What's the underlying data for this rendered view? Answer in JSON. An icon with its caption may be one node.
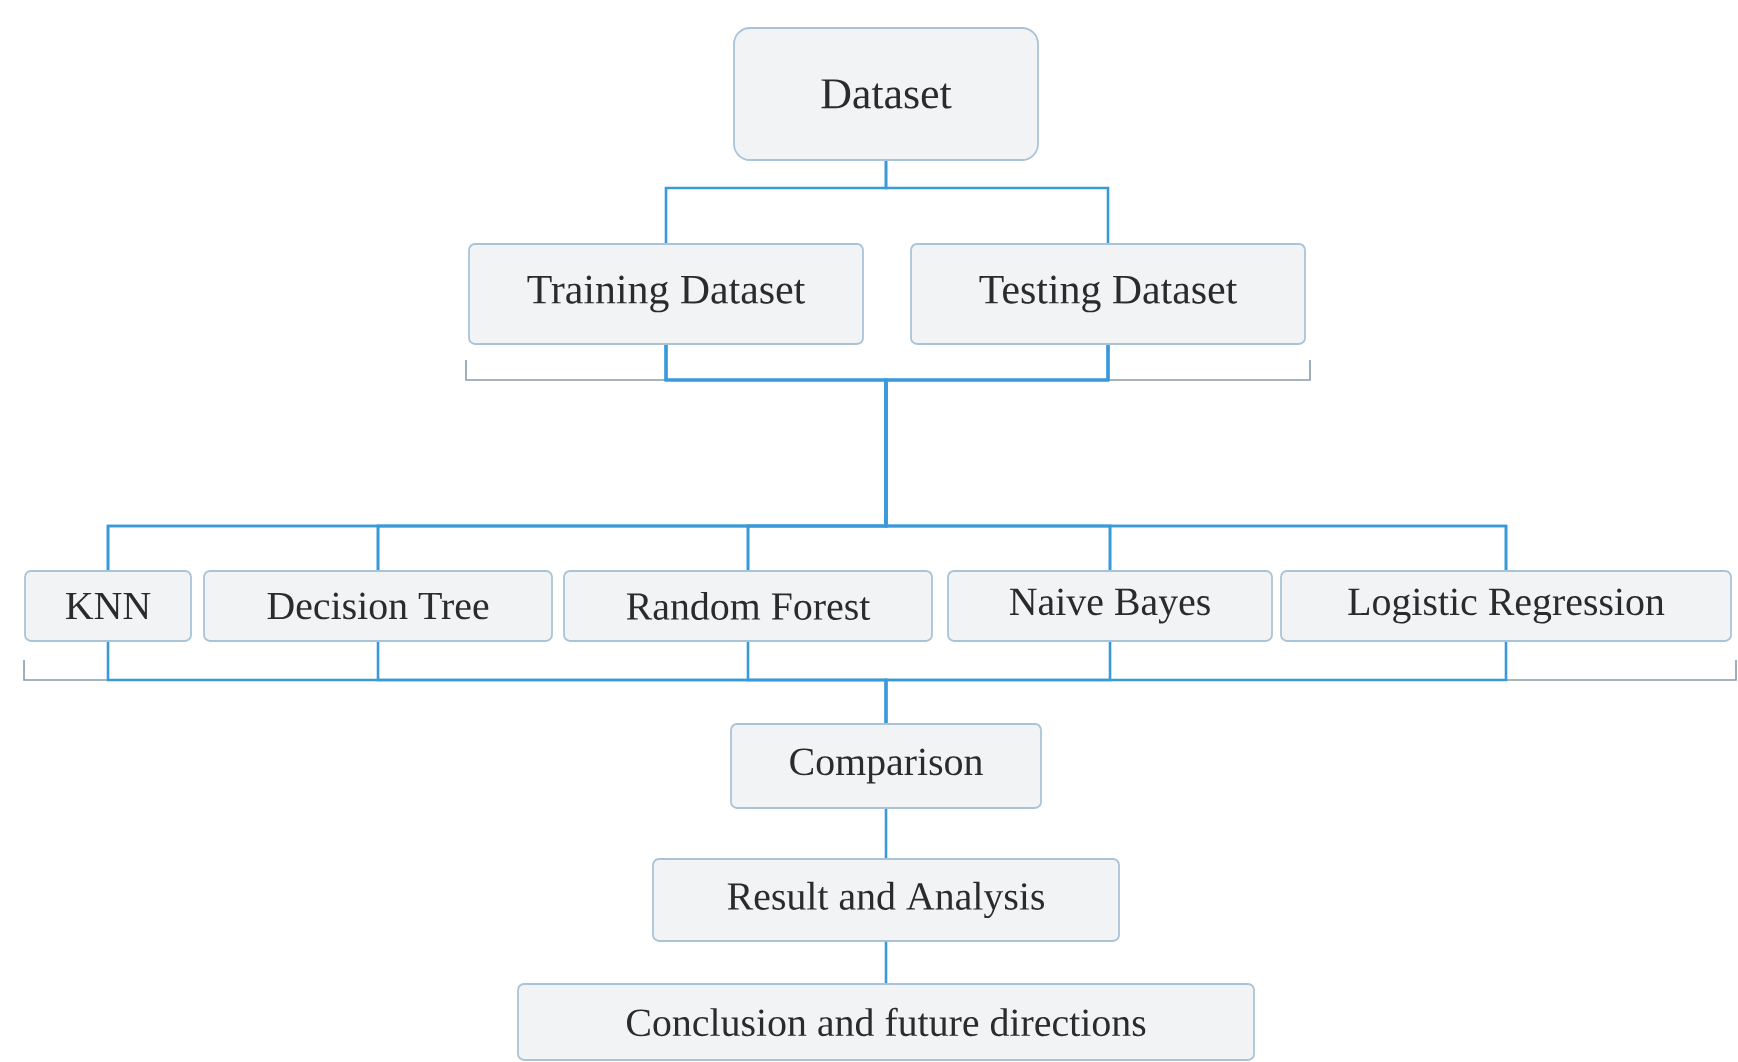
{
  "diagram": {
    "nodes": [
      {
        "text": [
          "Dataset"
        ]
      },
      {
        "text": [
          "Training Dataset"
        ]
      },
      {
        "text": [
          "Testing Dataset"
        ]
      },
      {
        "text": [
          "KNN"
        ]
      },
      {
        "text": [
          "Decision Tree"
        ]
      },
      {
        "text": [
          "Random Forest"
        ]
      },
      {
        "text": [
          "Naive Bayes"
        ]
      },
      {
        "text": [
          "Logistic Regression"
        ]
      },
      {
        "text": [
          "Comparison"
        ]
      },
      {
        "text": [
          "Result and Analysis"
        ]
      },
      {
        "text": [
          "Conclusion and future directions"
        ]
      }
    ],
    "edges": [
      {
        "from": 0,
        "to": 1,
        "arrow": "none"
      },
      {
        "from": 0,
        "to": 2,
        "arrow": "none"
      },
      {
        "from": 1,
        "to": 3,
        "arrow": "none"
      },
      {
        "from": 1,
        "to": 4,
        "arrow": "none"
      },
      {
        "from": 1,
        "to": 5,
        "arrow": "none"
      },
      {
        "from": 1,
        "to": 6,
        "arrow": "none"
      },
      {
        "from": 1,
        "to": 7,
        "arrow": "none"
      },
      {
        "from": 2,
        "to": 3,
        "arrow": "none"
      },
      {
        "from": 2,
        "to": 4,
        "arrow": "none"
      },
      {
        "from": 2,
        "to": 5,
        "arrow": "none"
      },
      {
        "from": 2,
        "to": 6,
        "arrow": "none"
      },
      {
        "from": 2,
        "to": 7,
        "arrow": "none"
      },
      {
        "from": 3,
        "to": 8,
        "arrow": "none"
      },
      {
        "from": 4,
        "to": 8,
        "arrow": "none"
      },
      {
        "from": 5,
        "to": 8,
        "arrow": "none"
      },
      {
        "from": 6,
        "to": 8,
        "arrow": "none"
      },
      {
        "from": 7,
        "to": 8,
        "arrow": "none"
      },
      {
        "from": 8,
        "to": 9,
        "arrow": "none"
      },
      {
        "from": 9,
        "to": 10,
        "arrow": "none"
      }
    ]
  }
}
